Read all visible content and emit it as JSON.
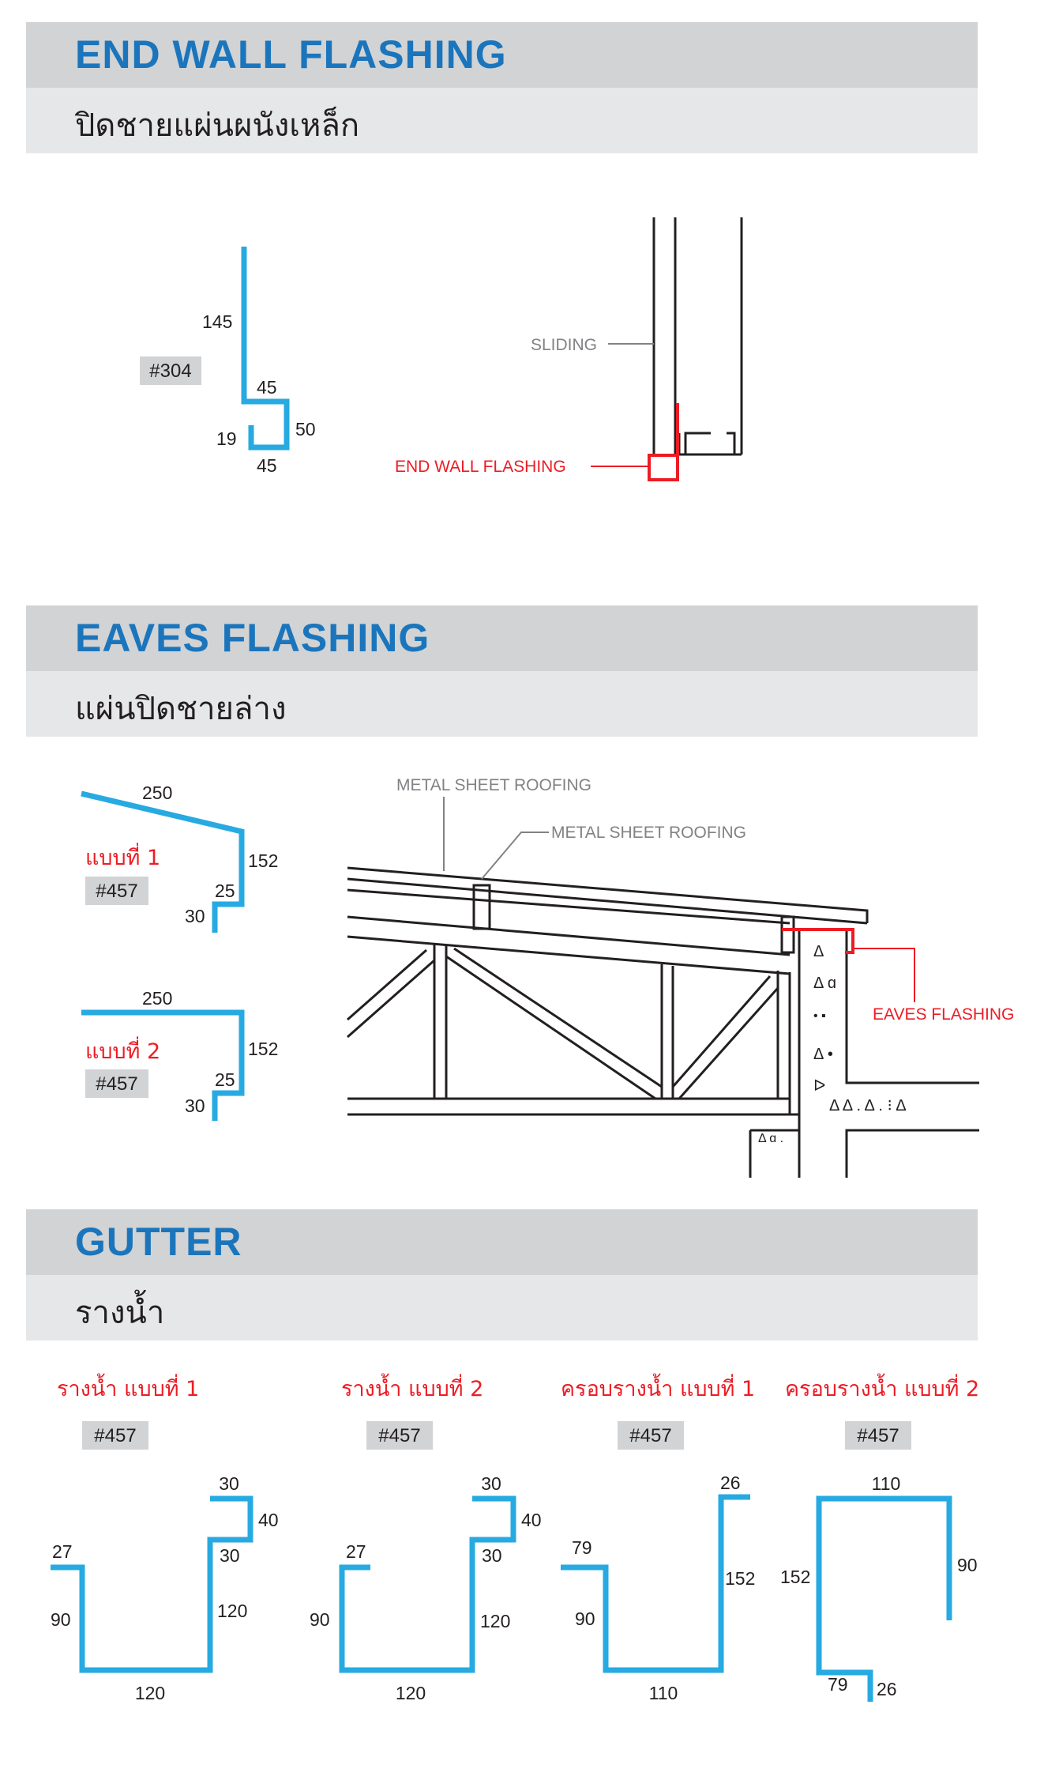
{
  "sections": [
    {
      "title": "END WALL FLASHING",
      "subtitle": "ปิดชายแผ่นผนังเหล็ก",
      "profile": {
        "tag": "#304",
        "dims": [
          "145",
          "45",
          "50",
          "19",
          "45"
        ]
      },
      "detail_labels": [
        "SLIDING",
        "END WALL FLASHING"
      ]
    },
    {
      "title": "EAVES FLASHING",
      "subtitle": "แผ่นปิดชายล่าง",
      "types": [
        {
          "label": "แบบที่ 1",
          "tag": "#457",
          "dims": [
            "250",
            "152",
            "25",
            "30"
          ]
        },
        {
          "label": "แบบที่ 2",
          "tag": "#457",
          "dims": [
            "250",
            "152",
            "25",
            "30"
          ]
        }
      ],
      "detail_labels": [
        "METAL SHEET ROOFING",
        "METAL SHEET ROOFING",
        "EAVES FLASHING"
      ]
    },
    {
      "title": "GUTTER",
      "subtitle": "รางน้ำ",
      "items": [
        {
          "label": "รางน้ำ แบบที่ 1",
          "tag": "#457",
          "dims": [
            "30",
            "40",
            "27",
            "30",
            "90",
            "120",
            "120"
          ]
        },
        {
          "label": "รางน้ำ แบบที่ 2",
          "tag": "#457",
          "dims": [
            "30",
            "40",
            "27",
            "30",
            "90",
            "120",
            "120"
          ]
        },
        {
          "label": "ครอบรางน้ำ แบบที่ 1",
          "tag": "#457",
          "dims": [
            "26",
            "79",
            "152",
            "90",
            "110"
          ]
        },
        {
          "label": "ครอบรางน้ำ แบบที่ 2",
          "tag": "#457",
          "dims": [
            "110",
            "90",
            "152",
            "79",
            "26"
          ]
        }
      ]
    }
  ],
  "colors": {
    "title_blue": "#1b75bc",
    "profile_cyan": "#27aae1",
    "accent_red": "#ed1c24",
    "band_dark": "#d1d3d4",
    "band_light": "#e6e7e8"
  }
}
